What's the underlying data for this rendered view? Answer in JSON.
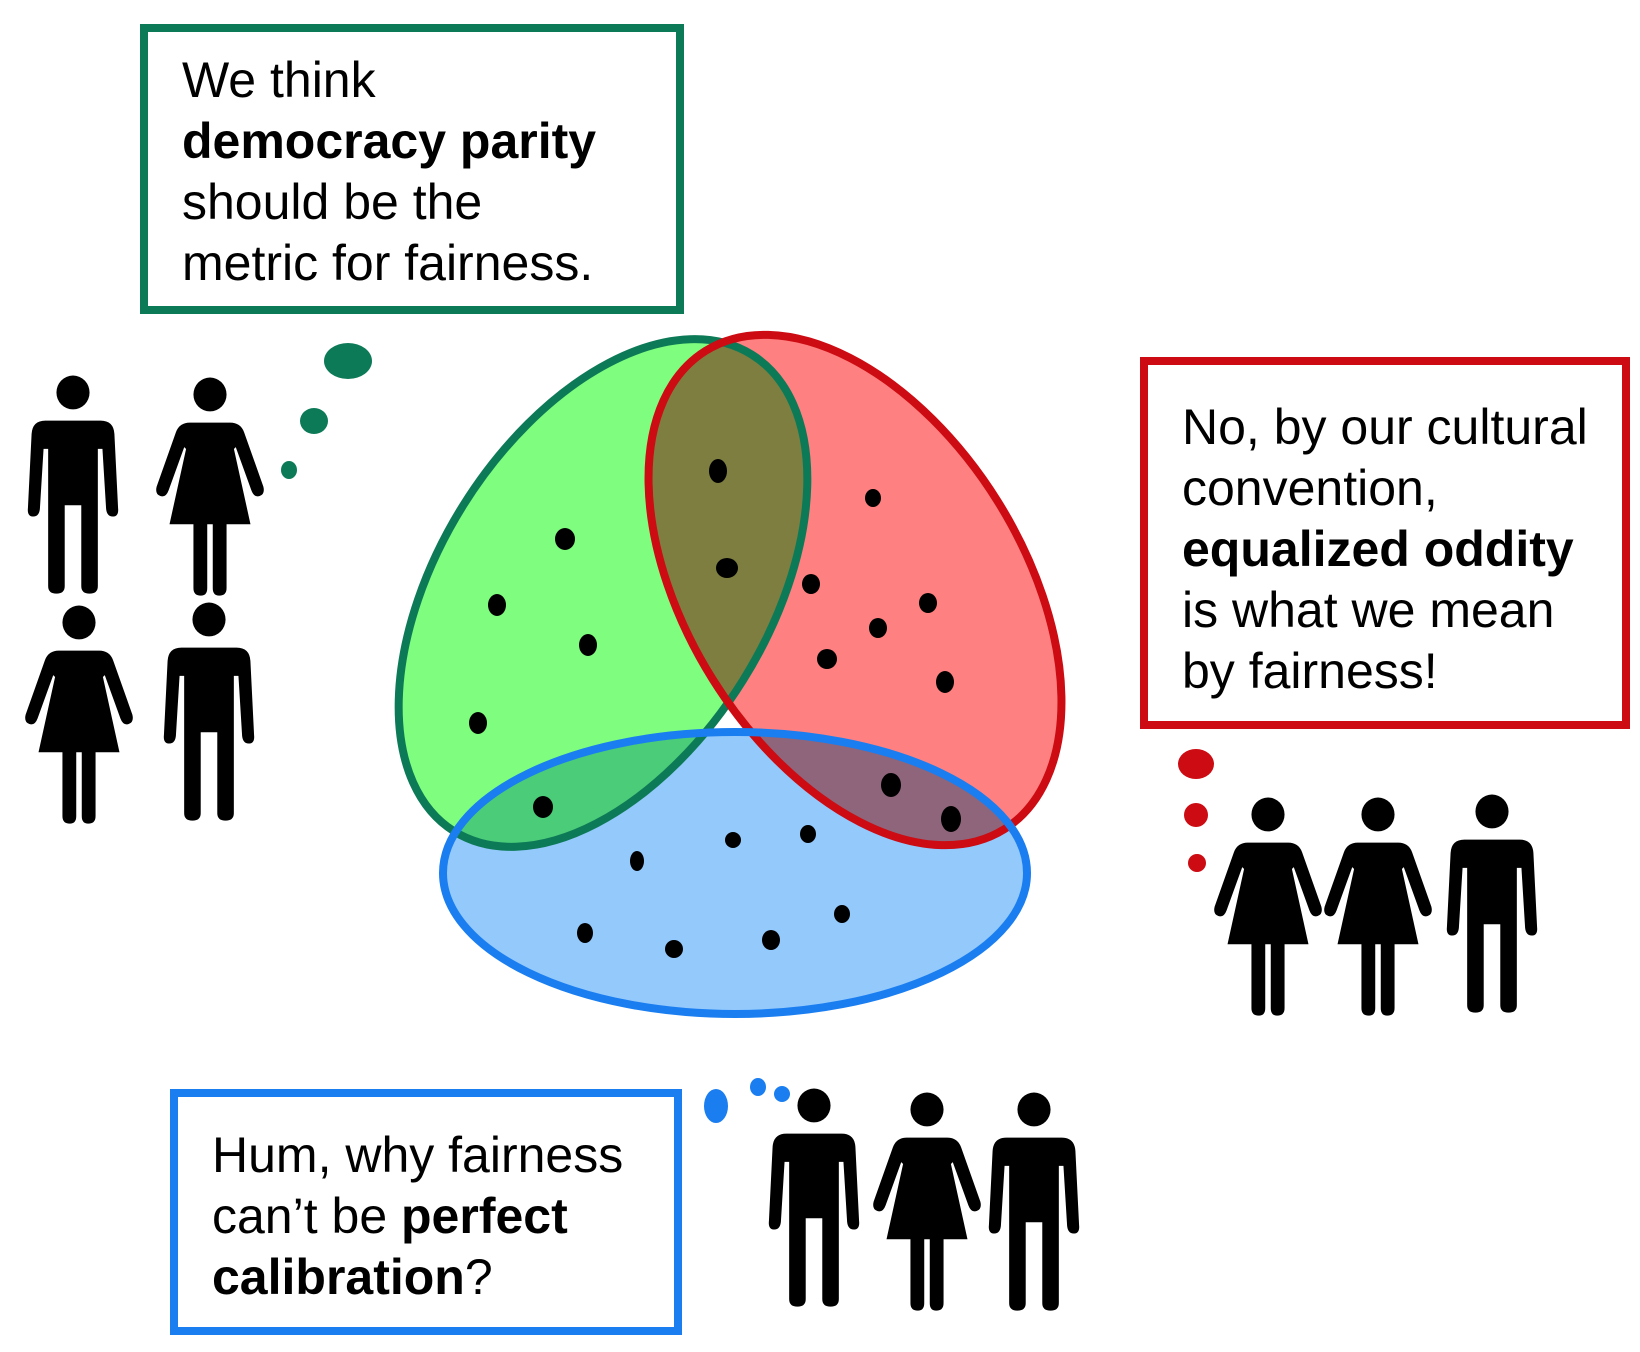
{
  "speech": {
    "green": {
      "line1": "We think",
      "bold": "democracy parity",
      "line3": "should be the",
      "line4": "metric for fairness."
    },
    "red": {
      "line1": "No, by our cultural",
      "line2": "convention,",
      "bold": "equalized oddity",
      "line4": "is what we mean",
      "line5": "by fairness!"
    },
    "blue": {
      "line1": "Hum, why fairness",
      "line2_prefix": "can’t be ",
      "bold1": "perfect",
      "bold2": "calibration",
      "suffix": "?"
    }
  },
  "colors": {
    "green_border": "#0d7a57",
    "green_fill": "#7ffd7e",
    "red_border": "#cc0b12",
    "red_fill": "#ff8080",
    "blue_border": "#1a7ef1",
    "blue_fill": "#94c9fc",
    "overlap_green_red": "#7e7e41",
    "overlap_red_blue": "#8e657a",
    "overlap_green_blue": "#4bcc79"
  },
  "icons": {
    "groups": [
      {
        "name": "green-group",
        "people": [
          "man",
          "woman",
          "woman",
          "man"
        ]
      },
      {
        "name": "red-group",
        "people": [
          "woman",
          "woman",
          "man"
        ]
      },
      {
        "name": "blue-group",
        "people": [
          "man",
          "woman",
          "man"
        ]
      }
    ]
  }
}
